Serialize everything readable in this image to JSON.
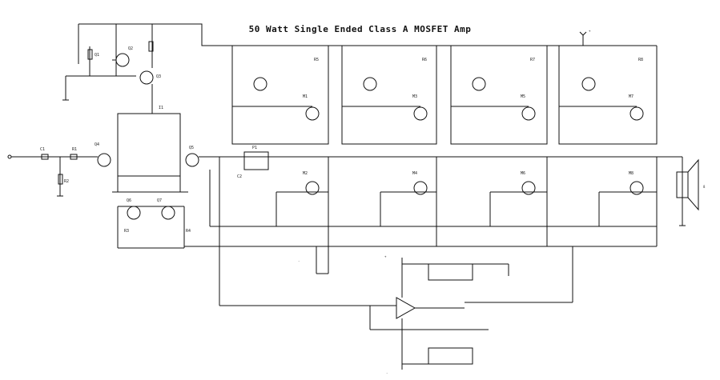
{
  "title": "50 Watt Single Ended Class A MOSFET Amp",
  "colors": {
    "ink": "#111111",
    "paper": "#ffffff"
  },
  "components": {
    "input_jack": "input-terminal",
    "speaker": "speaker-icon",
    "output_stages": 4,
    "opamp": "opamp-icon"
  }
}
